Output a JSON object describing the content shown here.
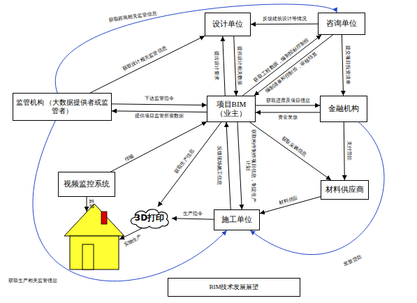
{
  "diagram": {
    "nodes": [
      {
        "text": [
          "设计单位"
        ]
      },
      {
        "text": [
          "咨询单位"
        ]
      },
      {
        "text": [
          "监管机构 （大数据提供者或监管者）"
        ]
      },
      {
        "text": [
          "项目BIM （业主）"
        ]
      },
      {
        "text": [
          "金融机构"
        ]
      },
      {
        "text": [
          "视频监控系统"
        ]
      },
      {
        "text": [
          "3D打印"
        ]
      },
      {
        "text": [
          "材料供应商"
        ]
      },
      {
        "text": [
          "施工单位"
        ]
      },
      {
        "text": [
          "BIM技术发展展望"
        ]
      }
    ],
    "edges": [
      {
        "from": 1,
        "to": 0,
        "arrow": "to",
        "label": "反馈建筑设计等情况"
      },
      {
        "from": 3,
        "to": 0,
        "arrow": "to",
        "label": "提出设计要求"
      },
      {
        "from": 0,
        "to": 3,
        "arrow": "to",
        "label": "提供设计相关数据"
      },
      {
        "from": 3,
        "to": 1,
        "arrow": "to",
        "label": "获取工程数据，编制招标控制价"
      },
      {
        "from": 1,
        "to": 3,
        "arrow": "to",
        "label": "编制清单和控制价，审核结算"
      },
      {
        "from": 1,
        "to": 4,
        "arrow": "to",
        "label": "提交项目投资清单"
      },
      {
        "from": 2,
        "to": 0,
        "arrow": "to",
        "label": "获取设计相关监管信息"
      },
      {
        "from": 2,
        "to": 3,
        "arrow": "to",
        "label": "下达监管指令"
      },
      {
        "from": 3,
        "to": 2,
        "arrow": "to",
        "label": "提供项目监管所需数据"
      },
      {
        "from": 5,
        "to": 3,
        "arrow": "to",
        "label": "传输"
      },
      {
        "from": 3,
        "to": 6,
        "arrow": "to",
        "label": "获取生产信息"
      },
      {
        "from": 8,
        "to": 6,
        "arrow": "to",
        "label": "生产指令"
      },
      {
        "from": 8,
        "to": 3,
        "arrow": "to",
        "label": "反馈现场施工信息"
      },
      {
        "from": 3,
        "to": 8,
        "arrow": "to",
        "label": "获取构件制作项目信息，制定生产计划"
      },
      {
        "from": 3,
        "to": 4,
        "arrow": "to",
        "label": "获取进度及项目信息"
      },
      {
        "from": 4,
        "to": 3,
        "arrow": "to",
        "label": "资金发放"
      },
      {
        "from": 3,
        "to": 7,
        "arrow": "to",
        "label": "获取采购信息"
      },
      {
        "from": 4,
        "to": 7,
        "arrow": "to",
        "label": "支付货款"
      },
      {
        "from": 7,
        "to": 8,
        "arrow": "to",
        "label": "材料供应"
      },
      {
        "from": 4,
        "to": 8,
        "arrow": "to",
        "label": "发放贷款"
      },
      {
        "from": 2,
        "to": 1,
        "arrow": "to",
        "label": "获取咨询相关监管信息"
      },
      {
        "from": 2,
        "to": 8,
        "arrow": "to",
        "label": "获取生产相关监管信息"
      }
    ],
    "labels": [
      "监督",
      "实物生产"
    ]
  }
}
